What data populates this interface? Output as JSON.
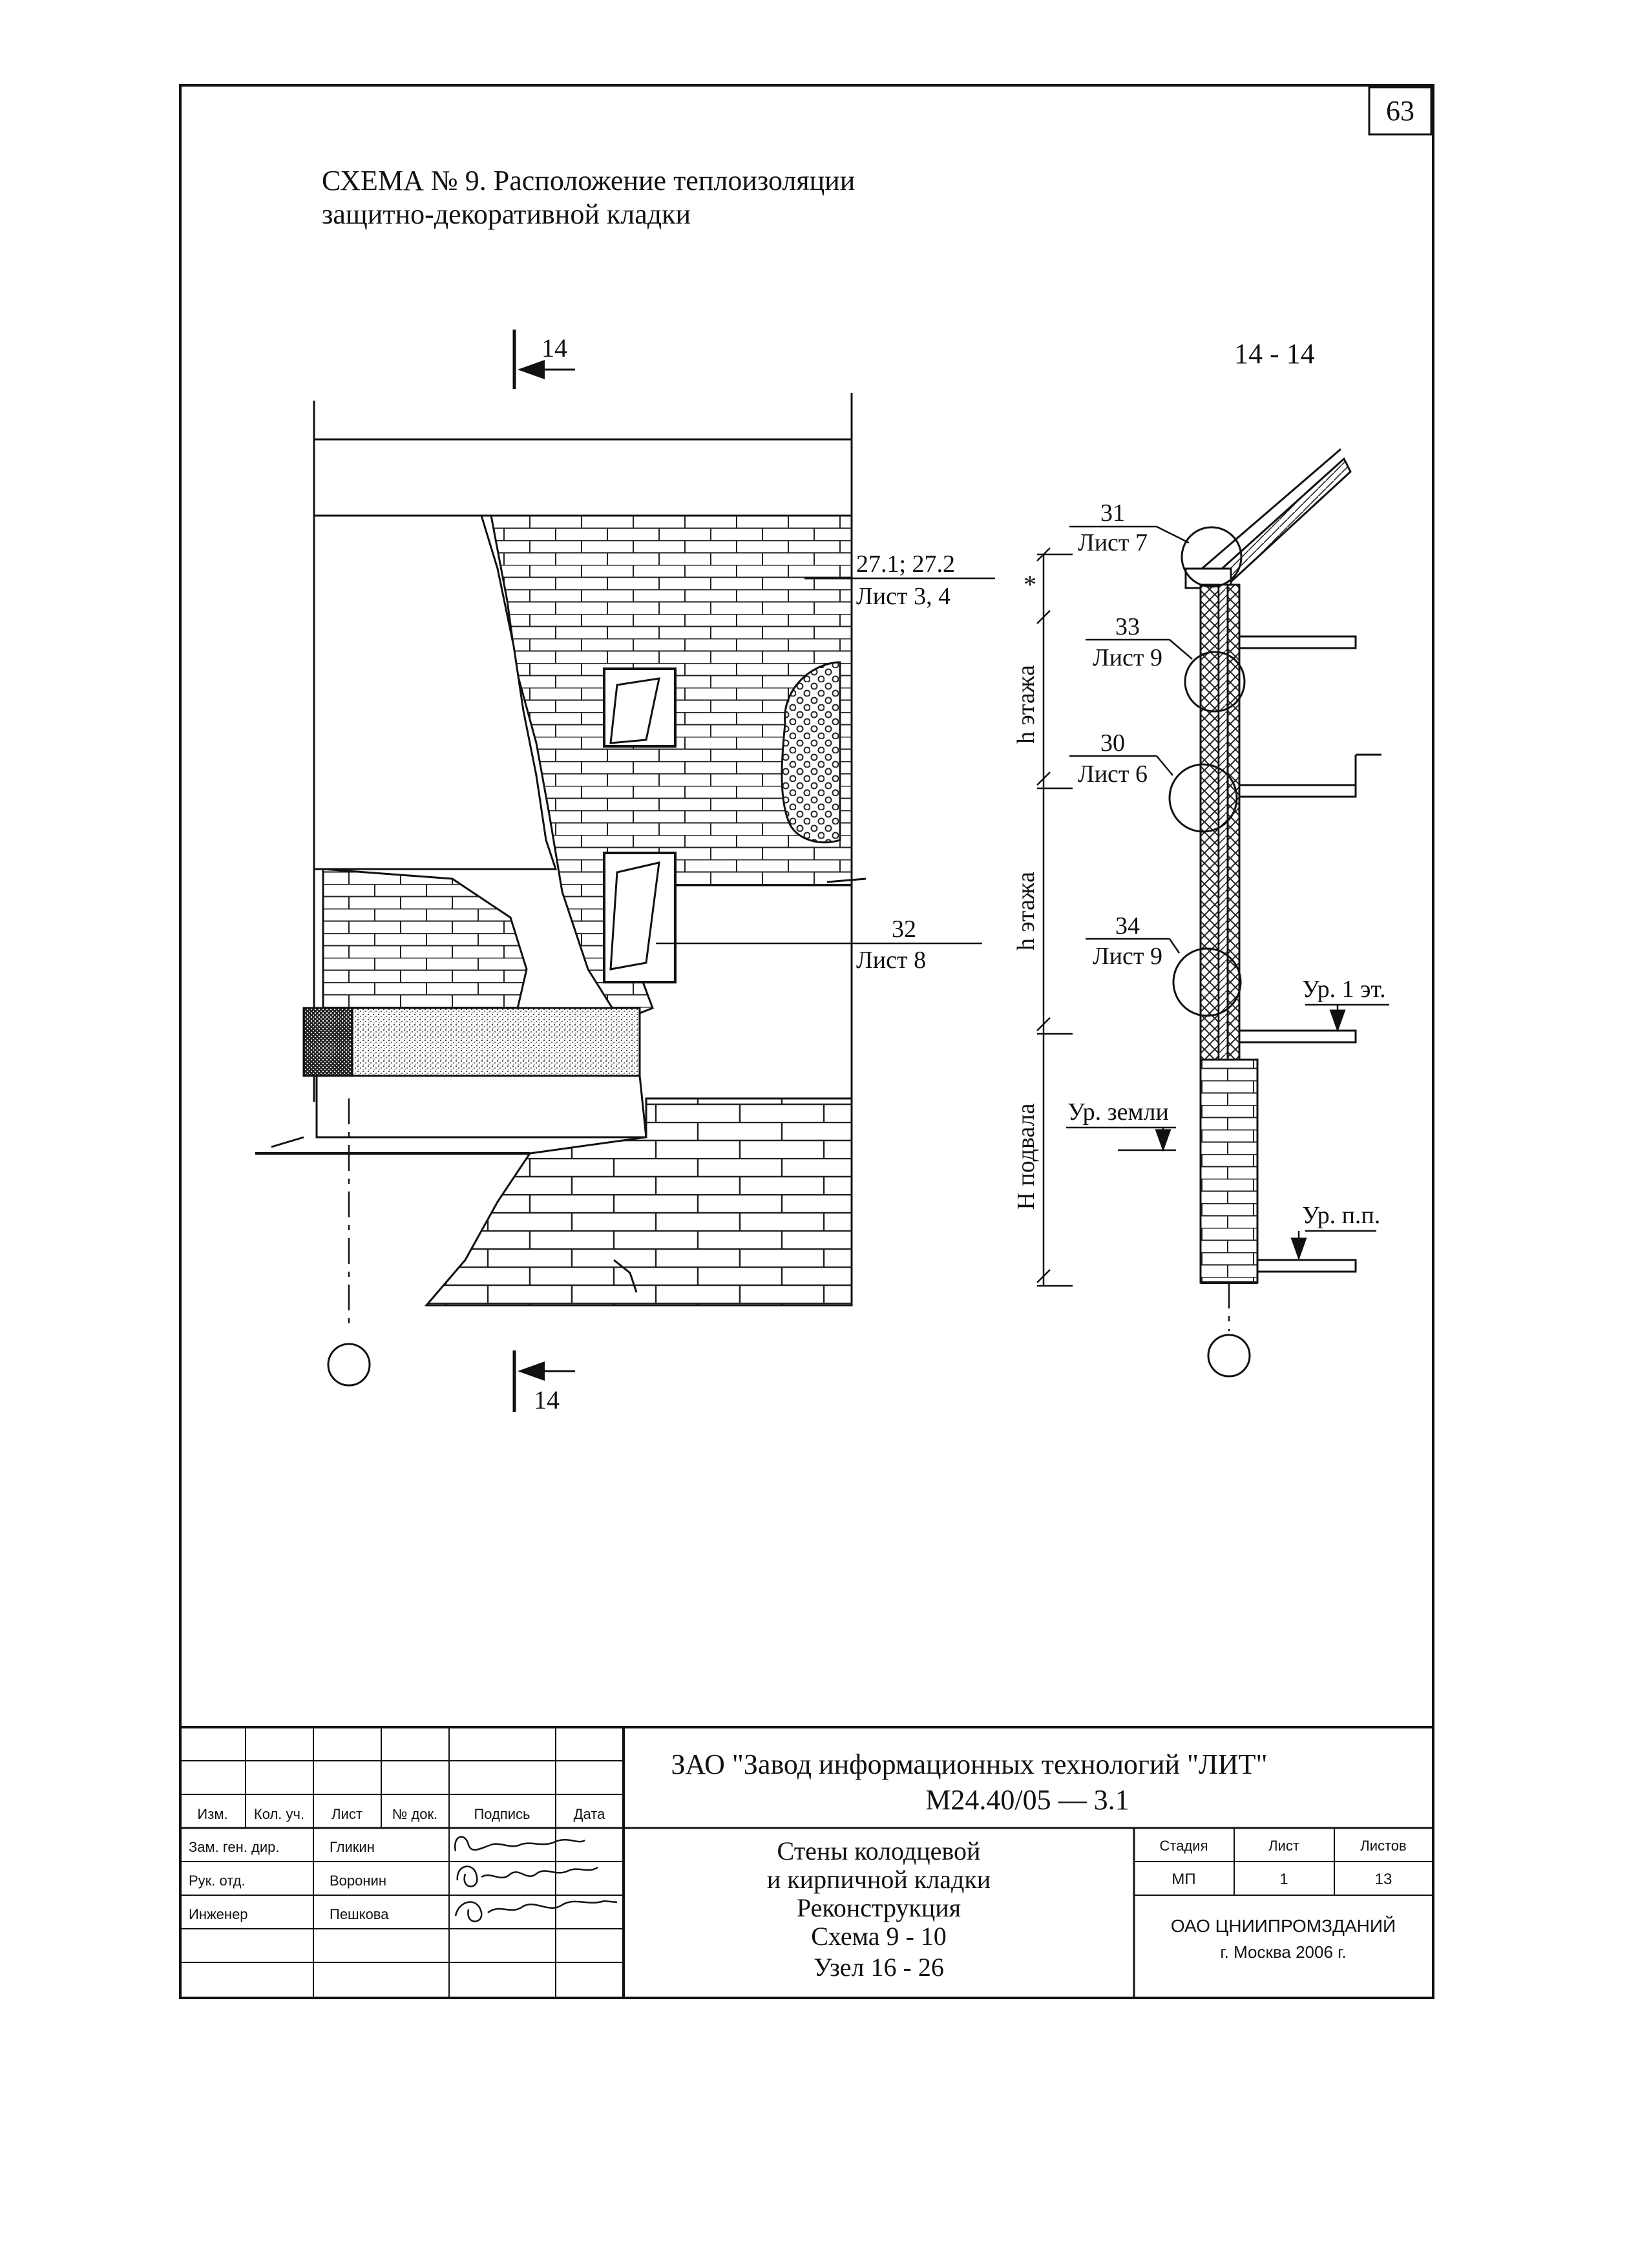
{
  "page_number": "63",
  "title": {
    "line1": "СХЕМА № 9. Расположение теплоизоляции",
    "line2": "защитно-декоративной кладки"
  },
  "elevation": {
    "section_mark": "14",
    "grid_circle": ""
  },
  "section": {
    "title": "14 - 14",
    "star": "*",
    "dim_labels": [
      "h этажа",
      "h этажа",
      "H подвала"
    ]
  },
  "callouts": [
    {
      "num": "27.1; 27.2",
      "sheet": "Лист 3, 4"
    },
    {
      "num": "32",
      "sheet": "Лист 8"
    },
    {
      "num": "31",
      "sheet": "Лист 7"
    },
    {
      "num": "33",
      "sheet": "Лист 9"
    },
    {
      "num": "30",
      "sheet": "Лист 6"
    },
    {
      "num": "34",
      "sheet": "Лист 9"
    }
  ],
  "levels": [
    "Ур. 1 эт.",
    "Ур. земли",
    "Ур. п.п."
  ],
  "title_block": {
    "organization": "ЗАО \"Завод информационных технологий \"ЛИТ\"",
    "code": "М24.40/05  —  3.1",
    "columns": [
      "Изм.",
      "Кол. уч.",
      "Лист",
      "№ док.",
      "Подпись",
      "Дата"
    ],
    "staff": [
      {
        "role": "Зам. ген. дир.",
        "name": "Гликин"
      },
      {
        "role": "Рук. отд.",
        "name": "Воронин"
      },
      {
        "role": "Инженер",
        "name": "Пешкова"
      }
    ],
    "description": [
      "Стены колодцевой",
      "и кирпичной кладки",
      "Реконструкция",
      "Схема 9 - 10",
      "Узел 16 - 26"
    ],
    "stage_headers": [
      "Стадия",
      "Лист",
      "Листов"
    ],
    "stage_values": [
      "МП",
      "1",
      "13"
    ],
    "org2": [
      "ОАО ЦНИИПРОМЗДАНИЙ",
      "г. Москва 2006 г."
    ]
  }
}
